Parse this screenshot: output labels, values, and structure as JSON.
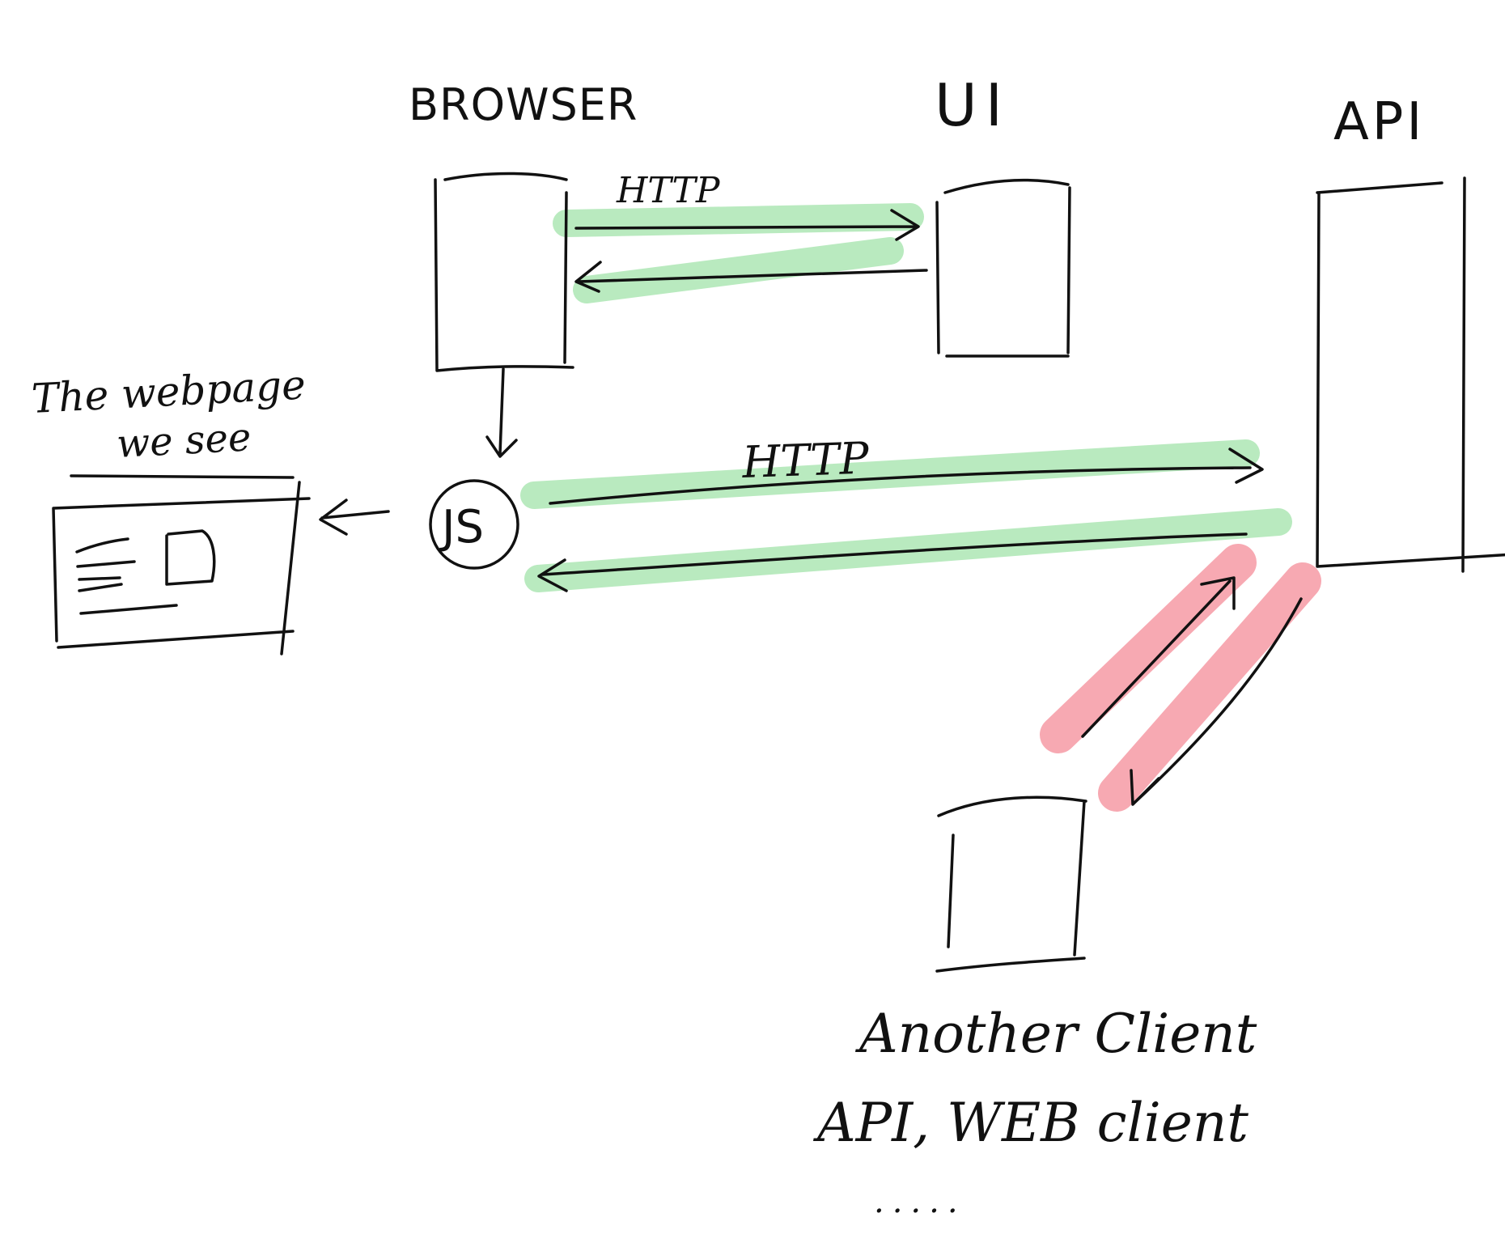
{
  "nodes": {
    "browser": {
      "label": "BROWSER"
    },
    "ui": {
      "label": "UI"
    },
    "api": {
      "label": "API"
    },
    "js": {
      "label": "JS"
    },
    "webpage": {
      "label_line1": "The webpage",
      "label_line2": "we see"
    },
    "another_client": {
      "label_line1": "Another Client",
      "label_line2": "API, WEB client",
      "label_line3": "....."
    }
  },
  "edges": {
    "browser_ui": {
      "label": "HTTP"
    },
    "js_api": {
      "label": "HTTP"
    }
  },
  "colors": {
    "ink": "#111111",
    "green_highlight": "#7fd98a",
    "red_highlight": "#f2707e"
  }
}
